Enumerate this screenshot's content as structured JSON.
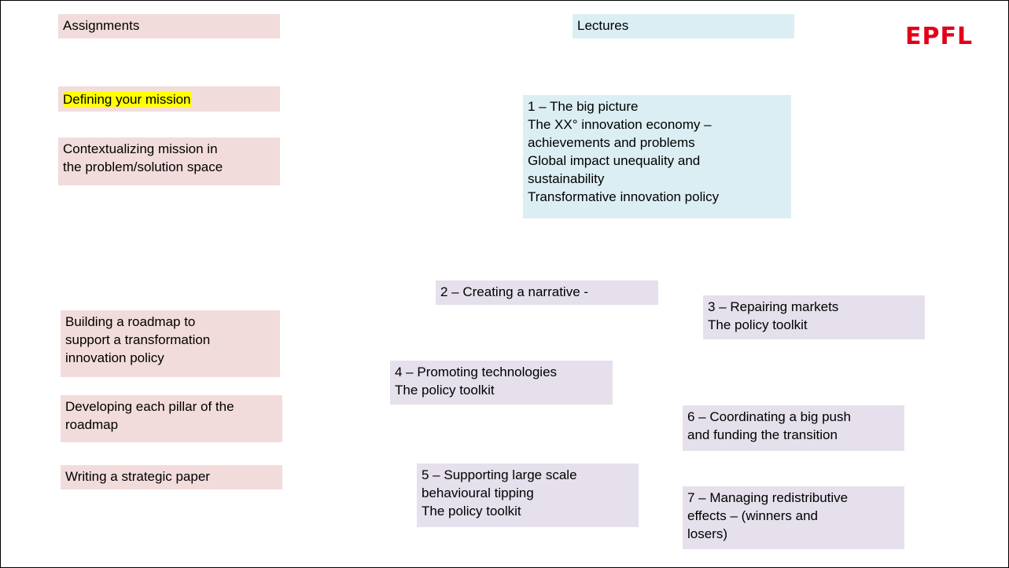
{
  "headers": {
    "assignments": "Assignments",
    "lectures": "Lectures"
  },
  "logo": {
    "text": "EPFL",
    "color": "#e2001a"
  },
  "assignments": [
    {
      "lines": [
        "Defining your mission"
      ],
      "highlight": true
    },
    {
      "lines": [
        "Contextualizing mission in",
        "the problem/solution space"
      ]
    },
    {
      "lines": [
        "Building a roadmap to",
        "support a transformation",
        "innovation policy"
      ]
    },
    {
      "lines": [
        "Developing each pillar of the",
        "roadmap"
      ]
    },
    {
      "lines": [
        "Writing a strategic paper"
      ]
    }
  ],
  "lectures": [
    {
      "lines": [
        "1 – The big picture",
        "The XX°   innovation economy –",
        "achievements and problems",
        "Global impact unequality and",
        "sustainability",
        "Transformative innovation policy"
      ]
    },
    {
      "lines": [
        "2 – Creating a narrative -"
      ]
    },
    {
      "lines": [
        "3 – Repairing markets",
        "The policy toolkit"
      ]
    },
    {
      "lines": [
        "4 – Promoting technologies",
        "The policy toolkit"
      ]
    },
    {
      "lines": [
        "5 – Supporting large scale",
        "behavioural tipping",
        "The policy toolkit"
      ]
    },
    {
      "lines": [
        "6 – Coordinating a big push",
        "and funding the transition"
      ]
    },
    {
      "lines": [
        "7 – Managing redistributive",
        "effects – (winners and",
        "losers)"
      ]
    }
  ],
  "colors": {
    "assignment_fill": "#f2dcdb",
    "lecture_header_fill": "#dbeef4",
    "lecture_fill": "#e5e0ec",
    "highlight": "#ffff00"
  }
}
